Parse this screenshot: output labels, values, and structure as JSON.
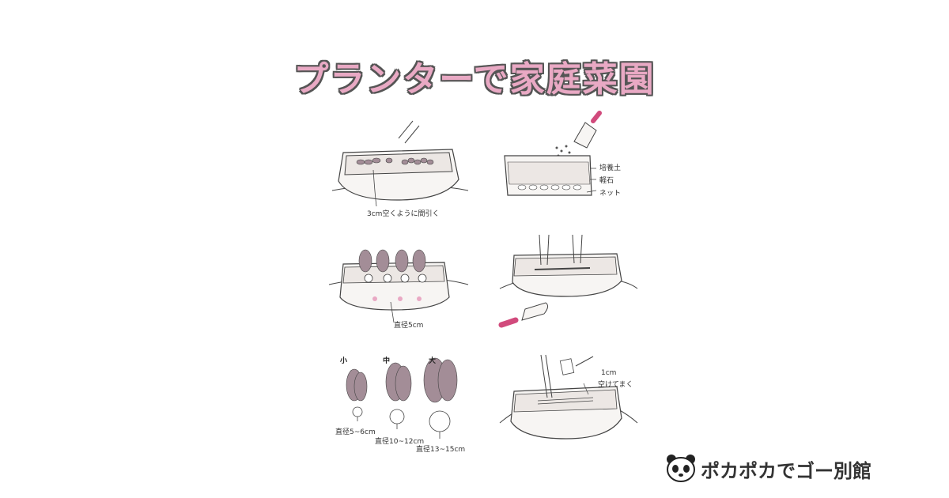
{
  "title": "プランターで家庭菜園",
  "panels": {
    "thinning": {
      "note": "3cm空くように間引く"
    },
    "soil": {
      "labels": [
        "培養土",
        "軽石",
        "ネット"
      ]
    },
    "growth": {
      "note": "直径5cm"
    },
    "sizes": {
      "items": [
        {
          "size": "小",
          "note": "直径5~6cm"
        },
        {
          "size": "中",
          "note": "直径10~12cm"
        },
        {
          "size": "大",
          "note": "直径13~15cm"
        }
      ]
    },
    "sowing": {
      "note_line1": "1cm",
      "note_line2": "空けてまく"
    }
  },
  "brand": {
    "name": "ポカポカでゴー別館"
  },
  "colors": {
    "title_fill": "#e9a9c4",
    "title_outline": "#555555",
    "leaf": "#a38d97",
    "soil": "#ece7e4",
    "pink": "#d14a7c"
  }
}
